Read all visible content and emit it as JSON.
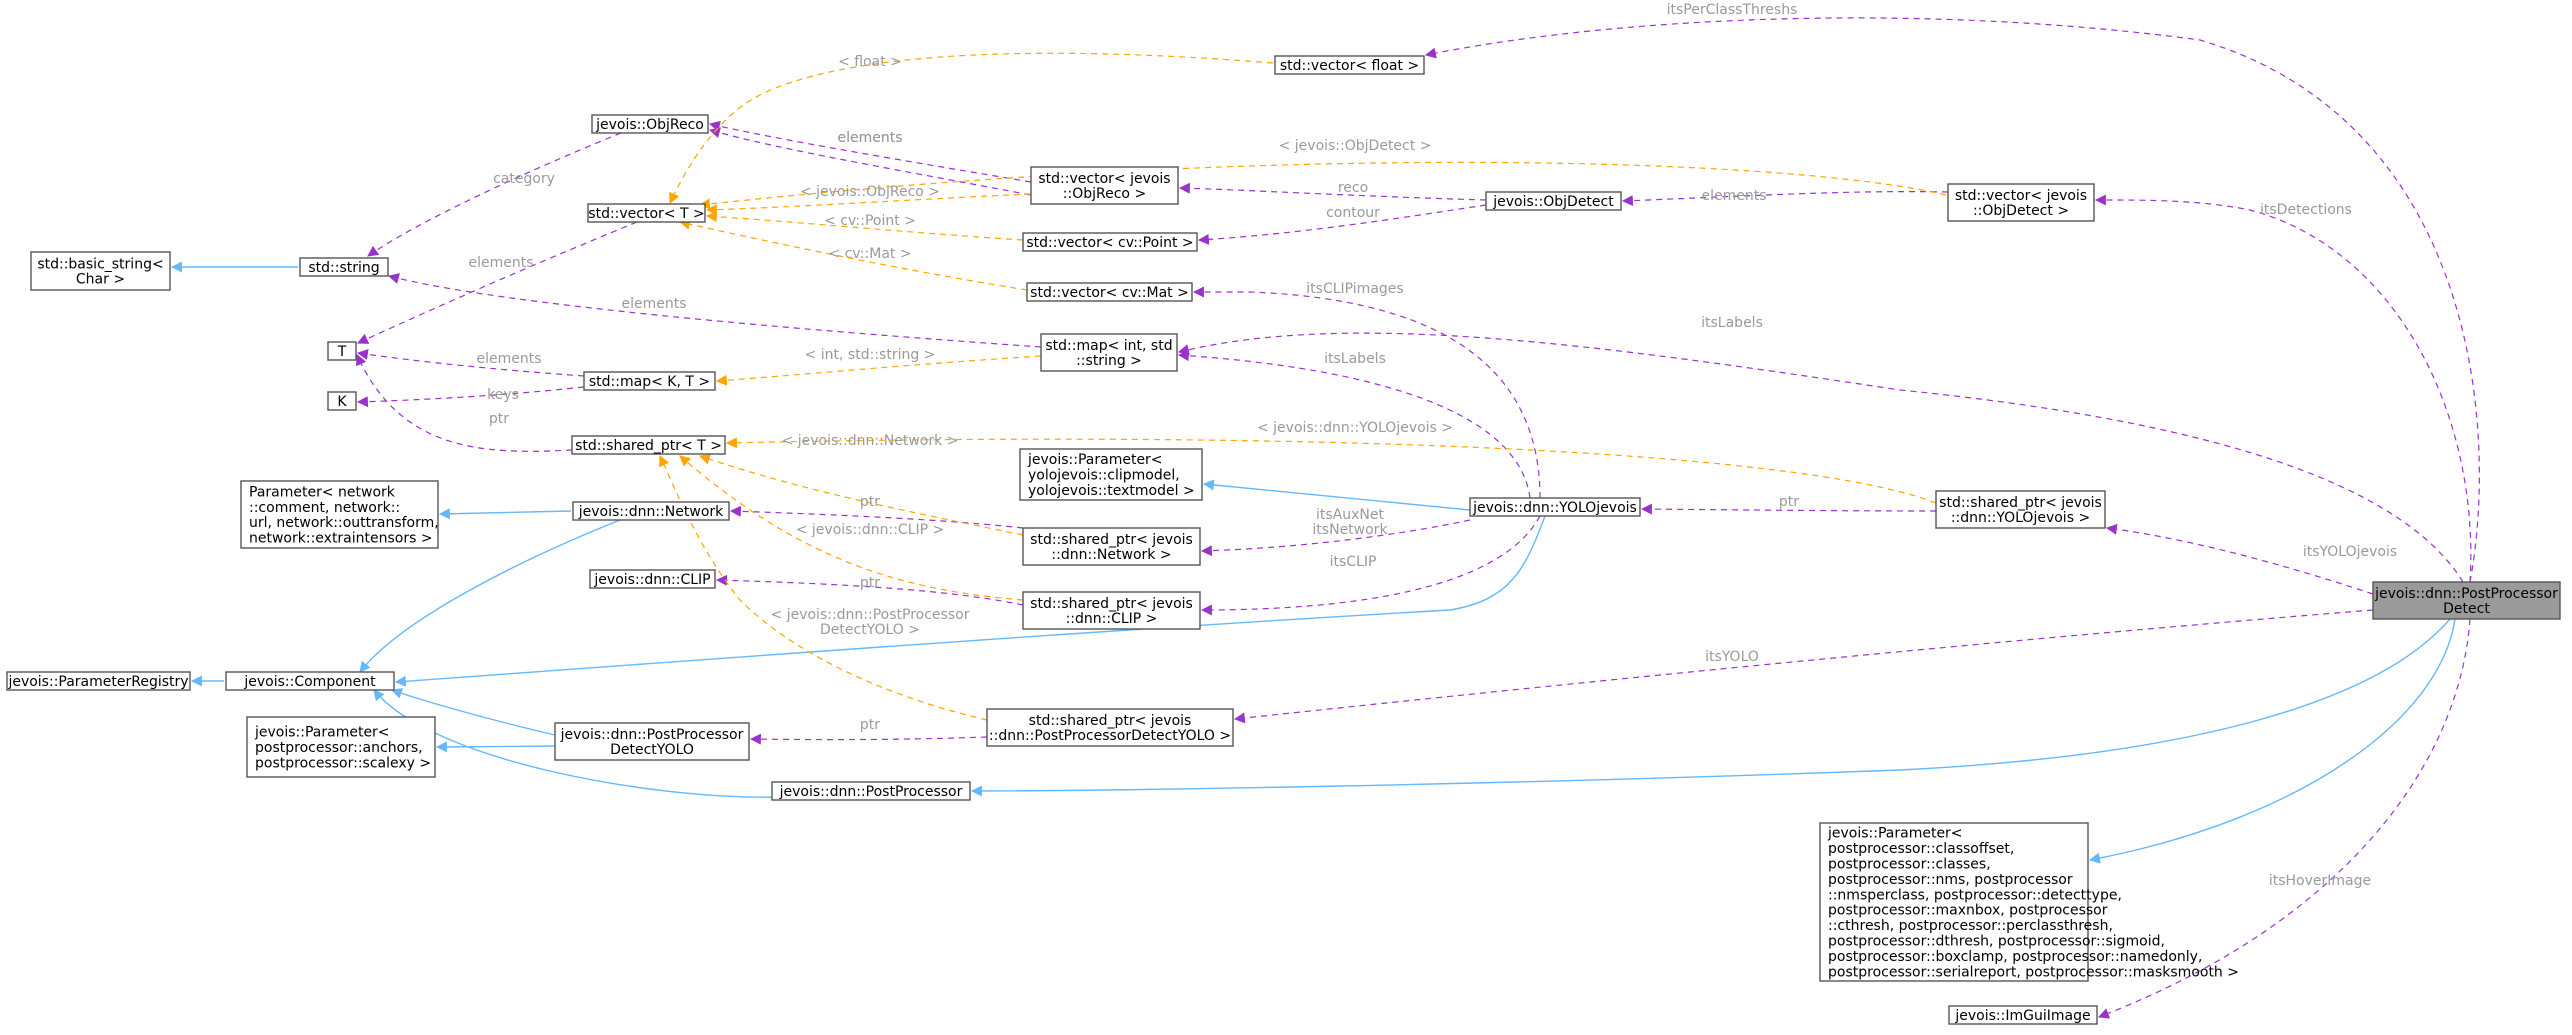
{
  "diagram": {
    "title": "",
    "colors": {
      "inheritance": "#63b8ff",
      "usage": "#9a32cd",
      "template": "#ffa500",
      "focus_fill": "#9a9a9a",
      "node_border": "#555555",
      "edge_label": "#9a9a9a"
    },
    "nodes": [
      {
        "id": "pr",
        "lines": [
          "jevois::ParameterRegistry"
        ],
        "focus": false
      },
      {
        "id": "comp",
        "lines": [
          "jevois::Component"
        ],
        "focus": false
      },
      {
        "id": "bstr",
        "lines": [
          "std::basic_string<",
          "Char >"
        ],
        "focus": false
      },
      {
        "id": "str",
        "lines": [
          "std::string"
        ],
        "focus": false
      },
      {
        "id": "T",
        "lines": [
          "T"
        ],
        "focus": false
      },
      {
        "id": "K",
        "lines": [
          "K"
        ],
        "focus": false
      },
      {
        "id": "vecT",
        "lines": [
          "std::vector< T >"
        ],
        "focus": false
      },
      {
        "id": "objreco",
        "lines": [
          "jevois::ObjReco"
        ],
        "focus": false
      },
      {
        "id": "mapKT",
        "lines": [
          "std::map< K, T >"
        ],
        "focus": false
      },
      {
        "id": "spT",
        "lines": [
          "std::shared_ptr< T >"
        ],
        "focus": false
      },
      {
        "id": "paramNet",
        "lines": [
          "Parameter< network",
          "::comment, network::",
          "url, network::outtransform,",
          "network::extraintensors >"
        ],
        "focus": false
      },
      {
        "id": "net",
        "lines": [
          "jevois::dnn::Network"
        ],
        "focus": false
      },
      {
        "id": "clip",
        "lines": [
          "jevois::dnn::CLIP"
        ],
        "focus": false
      },
      {
        "id": "paramAnch",
        "lines": [
          "jevois::Parameter<",
          "postprocessor::anchors,",
          "postprocessor::scalexy >"
        ],
        "focus": false
      },
      {
        "id": "ppdy",
        "lines": [
          "jevois::dnn::PostProcessor",
          "DetectYOLO"
        ],
        "focus": false
      },
      {
        "id": "pp",
        "lines": [
          "jevois::dnn::PostProcessor"
        ],
        "focus": false
      },
      {
        "id": "vecFloat",
        "lines": [
          "std::vector< float >"
        ],
        "focus": false
      },
      {
        "id": "vecObjReco",
        "lines": [
          "std::vector< jevois",
          "::ObjReco >"
        ],
        "focus": false
      },
      {
        "id": "vecPoint",
        "lines": [
          "std::vector< cv::Point >"
        ],
        "focus": false
      },
      {
        "id": "vecMat",
        "lines": [
          "std::vector< cv::Mat >"
        ],
        "focus": false
      },
      {
        "id": "mapIntStr",
        "lines": [
          "std::map< int, std",
          "::string >"
        ],
        "focus": false
      },
      {
        "id": "paramClip",
        "lines": [
          "jevois::Parameter<",
          "yolojevois::clipmodel,",
          "yolojevois::textmodel >"
        ],
        "focus": false
      },
      {
        "id": "spNet",
        "lines": [
          "std::shared_ptr< jevois",
          "::dnn::Network >"
        ],
        "focus": false
      },
      {
        "id": "spClip",
        "lines": [
          "std::shared_ptr< jevois",
          "::dnn::CLIP >"
        ],
        "focus": false
      },
      {
        "id": "spPPDY",
        "lines": [
          "std::shared_ptr< jevois",
          "::dnn::PostProcessorDetectYOLO >"
        ],
        "focus": false
      },
      {
        "id": "objdet",
        "lines": [
          "jevois::ObjDetect"
        ],
        "focus": false
      },
      {
        "id": "yolo",
        "lines": [
          "jevois::dnn::YOLOjevois"
        ],
        "focus": false
      },
      {
        "id": "vecObjDet",
        "lines": [
          "std::vector< jevois",
          "::ObjDetect >"
        ],
        "focus": false
      },
      {
        "id": "spYolo",
        "lines": [
          "std::shared_ptr< jevois",
          "::dnn::YOLOjevois >"
        ],
        "focus": false
      },
      {
        "id": "ppd",
        "lines": [
          "jevois::dnn::PostProcessor",
          "Detect"
        ],
        "focus": true
      },
      {
        "id": "paramBig",
        "lines": [
          "jevois::Parameter<",
          "postprocessor::classoffset,",
          "postprocessor::classes,",
          "postprocessor::nms, postprocessor",
          "::nmsperclass, postprocessor::detecttype,",
          "postprocessor::maxnbox, postprocessor",
          "::cthresh, postprocessor::perclassthresh,",
          "postprocessor::dthresh, postprocessor::sigmoid,",
          "postprocessor::boxclamp, postprocessor::namedonly,",
          "postprocessor::serialreport, postprocessor::masksmooth >"
        ],
        "focus": false
      },
      {
        "id": "imgui",
        "lines": [
          "jevois::ImGuiImage"
        ],
        "focus": false
      }
    ],
    "edges": [
      {
        "id": "e1",
        "kind": "inh",
        "label": []
      },
      {
        "id": "e2",
        "kind": "inh",
        "label": []
      },
      {
        "id": "e3",
        "kind": "inh",
        "label": []
      },
      {
        "id": "e4",
        "kind": "inh",
        "label": []
      },
      {
        "id": "e5",
        "kind": "inh",
        "label": []
      },
      {
        "id": "e6",
        "kind": "inh",
        "label": []
      },
      {
        "id": "e7",
        "kind": "inh",
        "label": []
      },
      {
        "id": "e8",
        "kind": "inh",
        "label": []
      },
      {
        "id": "e9",
        "kind": "inh",
        "label": []
      },
      {
        "id": "e10",
        "kind": "inh",
        "label": []
      },
      {
        "id": "e11",
        "kind": "inh",
        "label": []
      },
      {
        "id": "u1",
        "kind": "use",
        "label": [
          "category"
        ]
      },
      {
        "id": "u2",
        "kind": "use",
        "label": [
          "elements"
        ]
      },
      {
        "id": "u3",
        "kind": "use",
        "label": [
          "elements"
        ]
      },
      {
        "id": "u4",
        "kind": "use",
        "label": [
          "elements"
        ]
      },
      {
        "id": "u5",
        "kind": "use",
        "label": [
          "elements"
        ]
      },
      {
        "id": "u6",
        "kind": "use",
        "label": [
          "keys"
        ]
      },
      {
        "id": "u7",
        "kind": "use",
        "label": [
          "ptr"
        ]
      },
      {
        "id": "u8",
        "kind": "use",
        "label": [
          "elements"
        ]
      },
      {
        "id": "u9",
        "kind": "use",
        "label": [
          "reco"
        ]
      },
      {
        "id": "u10",
        "kind": "use",
        "label": [
          "contour"
        ]
      },
      {
        "id": "u11",
        "kind": "use",
        "label": [
          "elements"
        ]
      },
      {
        "id": "u12",
        "kind": "use",
        "label": [
          "ptr"
        ]
      },
      {
        "id": "u13",
        "kind": "use",
        "label": [
          "ptr"
        ]
      },
      {
        "id": "u14",
        "kind": "use",
        "label": [
          "ptr"
        ]
      },
      {
        "id": "u15",
        "kind": "use",
        "label": [
          "ptr"
        ]
      },
      {
        "id": "u16",
        "kind": "use",
        "label": [
          "itsCLIPimages"
        ]
      },
      {
        "id": "u17",
        "kind": "use",
        "label": [
          "itsLabels"
        ]
      },
      {
        "id": "u18",
        "kind": "use",
        "label": [
          "itsAuxNet",
          "itsNetwork"
        ]
      },
      {
        "id": "u19",
        "kind": "use",
        "label": [
          "itsCLIP"
        ]
      },
      {
        "id": "u20",
        "kind": "use",
        "label": [
          "itsPerClassThreshs"
        ]
      },
      {
        "id": "u21",
        "kind": "use",
        "label": [
          "itsDetections"
        ]
      },
      {
        "id": "u22",
        "kind": "use",
        "label": [
          "itsLabels"
        ]
      },
      {
        "id": "u23",
        "kind": "use",
        "label": [
          "itsYOLOjevois"
        ]
      },
      {
        "id": "u24",
        "kind": "use",
        "label": [
          "itsYOLO"
        ]
      },
      {
        "id": "u25",
        "kind": "use",
        "label": [
          "itsHoverImage"
        ]
      },
      {
        "id": "t1",
        "kind": "tpl",
        "label": [
          "< float >"
        ]
      },
      {
        "id": "t2",
        "kind": "tpl",
        "label": [
          "< jevois::ObjDetect >"
        ]
      },
      {
        "id": "t3",
        "kind": "tpl",
        "label": [
          "< jevois::ObjReco >"
        ]
      },
      {
        "id": "t4",
        "kind": "tpl",
        "label": [
          "< cv::Point >"
        ]
      },
      {
        "id": "t5",
        "kind": "tpl",
        "label": [
          "< cv::Mat >"
        ]
      },
      {
        "id": "t6",
        "kind": "tpl",
        "label": [
          "< int, std::string >"
        ]
      },
      {
        "id": "t7",
        "kind": "tpl",
        "label": [
          "< jevois::dnn::YOLOjevois >"
        ]
      },
      {
        "id": "t8",
        "kind": "tpl",
        "label": [
          "< jevois::dnn::Network >"
        ]
      },
      {
        "id": "t9",
        "kind": "tpl",
        "label": [
          "< jevois::dnn::CLIP >"
        ]
      },
      {
        "id": "t10",
        "kind": "tpl",
        "label": [
          "< jevois::dnn::PostProcessor",
          "DetectYOLO >"
        ]
      }
    ]
  }
}
